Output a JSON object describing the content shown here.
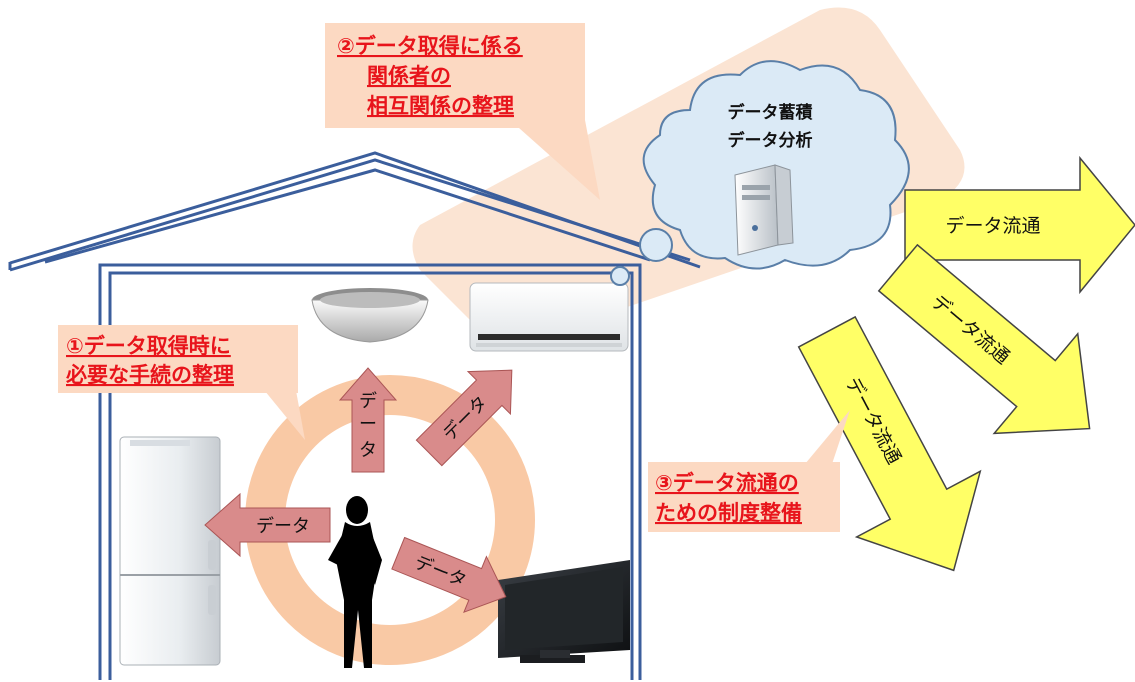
{
  "callouts": {
    "step1": {
      "line1": "①データ取得時に",
      "line2": "必要な手続の整理"
    },
    "step2": {
      "line1": "②データ取得に係る",
      "line2": "関係者の",
      "line3": "相互関係の整理"
    },
    "step3": {
      "line1": "③データ流通の",
      "line2": "ための制度整備"
    }
  },
  "cloud": {
    "line1": "データ蓄積",
    "line2": "データ分析"
  },
  "data_arrows": {
    "up": "データ",
    "diag": "データ",
    "left": "データ",
    "down_right": "データ"
  },
  "flow_arrows": {
    "a1": "データ流通",
    "a2": "データ流通",
    "a3": "データ流通"
  },
  "colors": {
    "house_outline": "#3b5e9c",
    "callout_bg": "#fcd9c2",
    "callout_text": "#e8141b",
    "data_arrow": "#d98b8b",
    "flow_arrow": "#ffff66",
    "cloud_fill": "#dbeaf6",
    "ring": "#f9c9a5"
  }
}
